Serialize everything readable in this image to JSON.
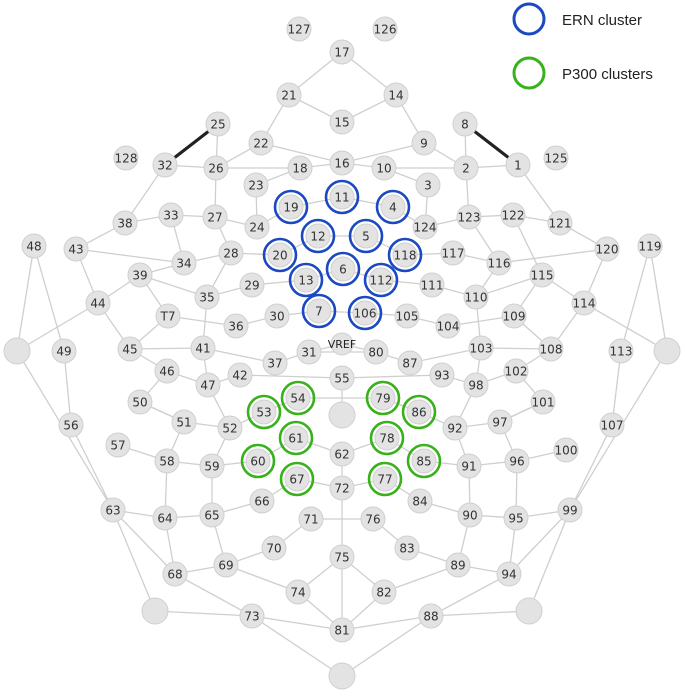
{
  "legend": {
    "ern_label": "ERN cluster",
    "p300_label": "P300 clusters"
  },
  "colors": {
    "ern": "#1a49c2",
    "p300": "#38b21a",
    "node_fill": "#e3e3e3",
    "node_stroke": "#d0d0d0",
    "line": "#cfcfcf",
    "bridge": "#222222"
  },
  "electrodes": [
    "127",
    "126",
    "17",
    "21",
    "14",
    "15",
    "25",
    "8",
    "22",
    "9",
    "128",
    "32",
    "26",
    "18",
    "16",
    "10",
    "2",
    "1",
    "125",
    "23",
    "3",
    "19",
    "11",
    "4",
    "38",
    "33",
    "27",
    "24",
    "124",
    "123",
    "122",
    "121",
    "12",
    "5",
    "48",
    "43",
    "28",
    "34",
    "20",
    "118",
    "117",
    "116",
    "120",
    "119",
    "39",
    "29",
    "13",
    "6",
    "112",
    "115",
    "44",
    "35",
    "111",
    "110",
    "114",
    "T7",
    "36",
    "30",
    "7",
    "106",
    "105",
    "104",
    "109",
    "41",
    "31",
    "80",
    "103",
    "108",
    "45",
    "49",
    "113",
    "37",
    "42",
    "55",
    "87",
    "102",
    "46",
    "47",
    "93",
    "98",
    "54",
    "79",
    "50",
    "101",
    "51",
    "52",
    "53",
    "86",
    "97",
    "56",
    "107",
    "92",
    "61",
    "78",
    "62",
    "57",
    "58",
    "60",
    "85",
    "96",
    "100",
    "59",
    "91",
    "67",
    "77",
    "72",
    "66",
    "84",
    "63",
    "65",
    "64",
    "71",
    "76",
    "90",
    "95",
    "99",
    "70",
    "83",
    "75",
    "69",
    "89",
    "68",
    "94",
    "74",
    "82",
    "73",
    "88",
    "81"
  ],
  "vref_label": "VREF",
  "clusters": {
    "ern": [
      "19",
      "11",
      "4",
      "12",
      "5",
      "20",
      "118",
      "6",
      "13",
      "112",
      "7",
      "106"
    ],
    "p300": [
      "53",
      "54",
      "79",
      "86",
      "61",
      "78",
      "60",
      "85",
      "67",
      "77"
    ]
  }
}
